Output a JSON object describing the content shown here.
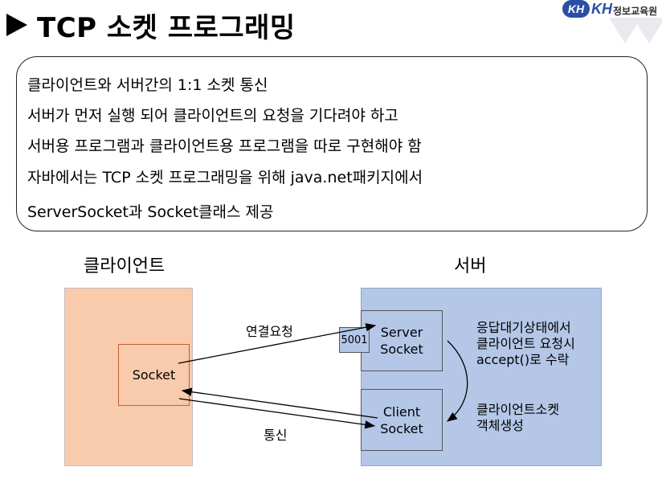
{
  "title": "TCP 소켓 프로그래밍",
  "logo": {
    "mark": "KH",
    "brand": "KH",
    "text": "정보교육원"
  },
  "bullets": [
    "클라이언트와 서버간의 1:1 소켓 통신",
    "서버가 먼저 실행 되어 클라이언트의 요청을 기다려야 하고",
    "서버용 프로그램과 클라이언트용 프로그램을 따로 구현해야 함",
    "자바에서는 TCP 소켓 프로그래밍을 위해 java.net패키지에서",
    "ServerSocket과 Socket클래스 제공"
  ],
  "diagram": {
    "client_label": "클라이언트",
    "server_label": "서버",
    "client_socket": "Socket",
    "server_socket": [
      "Server",
      "Socket"
    ],
    "port": "5001",
    "accepted_socket": [
      "Client",
      "Socket"
    ],
    "edge_request": "연결요청",
    "edge_comm": "통신",
    "note_wait": [
      "응답대기상태에서",
      "클라이언트 요청시",
      "accept()로 수락"
    ],
    "note_create": [
      "클라이언트소켓",
      "객체생성"
    ],
    "colors": {
      "client_fill": "#f8cbad",
      "server_fill": "#b4c7e7",
      "accent": "#2a4ea8"
    }
  }
}
